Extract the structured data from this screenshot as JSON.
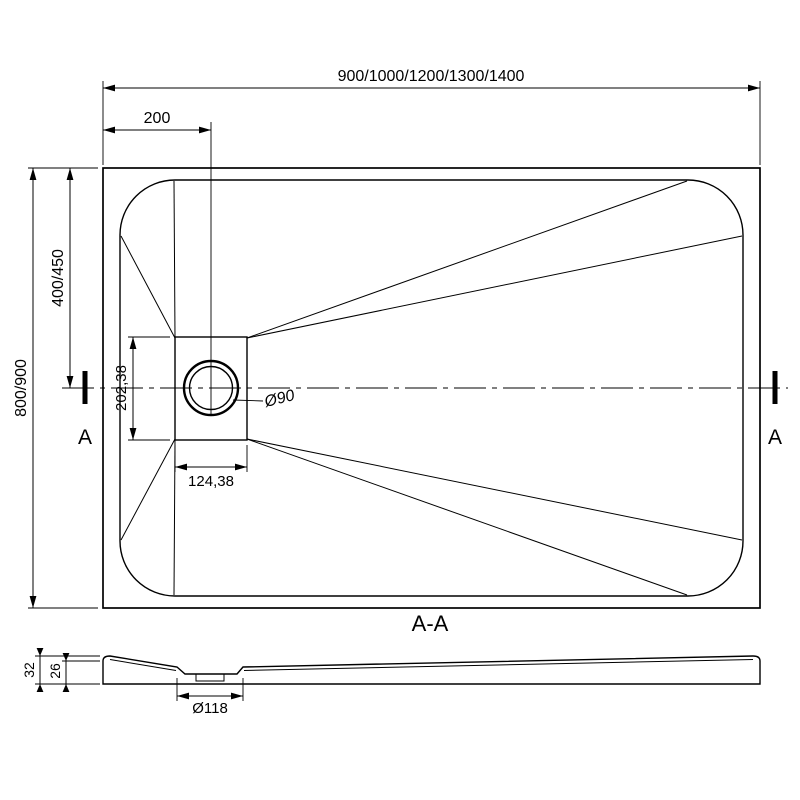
{
  "drawing": {
    "top_view": {
      "overall_width": "900/1000/1200/1300/1400",
      "drain_offset": "200",
      "overall_depth": "800/900",
      "drain_center_offset": "400/450",
      "recess_length": "202,38",
      "recess_width": "124,38",
      "drain_diameter": "Ø90",
      "section_marker_left": "A",
      "section_marker_right": "A"
    },
    "section_view": {
      "title": "A-A",
      "total_height": "32",
      "inner_height": "26",
      "recess_diameter": "Ø118"
    },
    "colors": {
      "line": "#000000",
      "background": "#ffffff"
    }
  }
}
